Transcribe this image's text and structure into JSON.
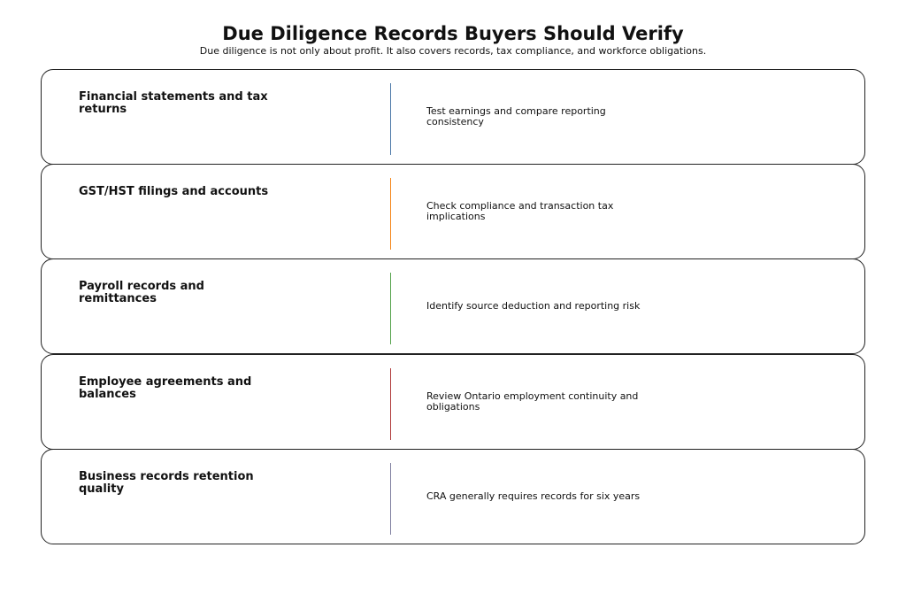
{
  "title": "Due Diligence Records Buyers Should Verify",
  "subtitle": "Due diligence is not only about profit. It also covers records, tax compliance, and workforce obligations.",
  "rows": [
    {
      "heading": "Financial statements and tax returns",
      "description": "Test earnings and compare reporting consistency",
      "color": "#4C78A8"
    },
    {
      "heading": "GST/HST filings and accounts",
      "description": "Check compliance and transaction tax implications",
      "color": "#F58518"
    },
    {
      "heading": "Payroll records and remittances",
      "description": "Identify source deduction and reporting risk",
      "color": "#54A24B"
    },
    {
      "heading": "Employee agreements and balances",
      "description": "Review Ontario employment continuity and obligations",
      "color": "#B03A3A"
    },
    {
      "heading": "Business records retention quality",
      "description": "CRA generally requires records for six years",
      "color": "#7F7FA0"
    }
  ]
}
